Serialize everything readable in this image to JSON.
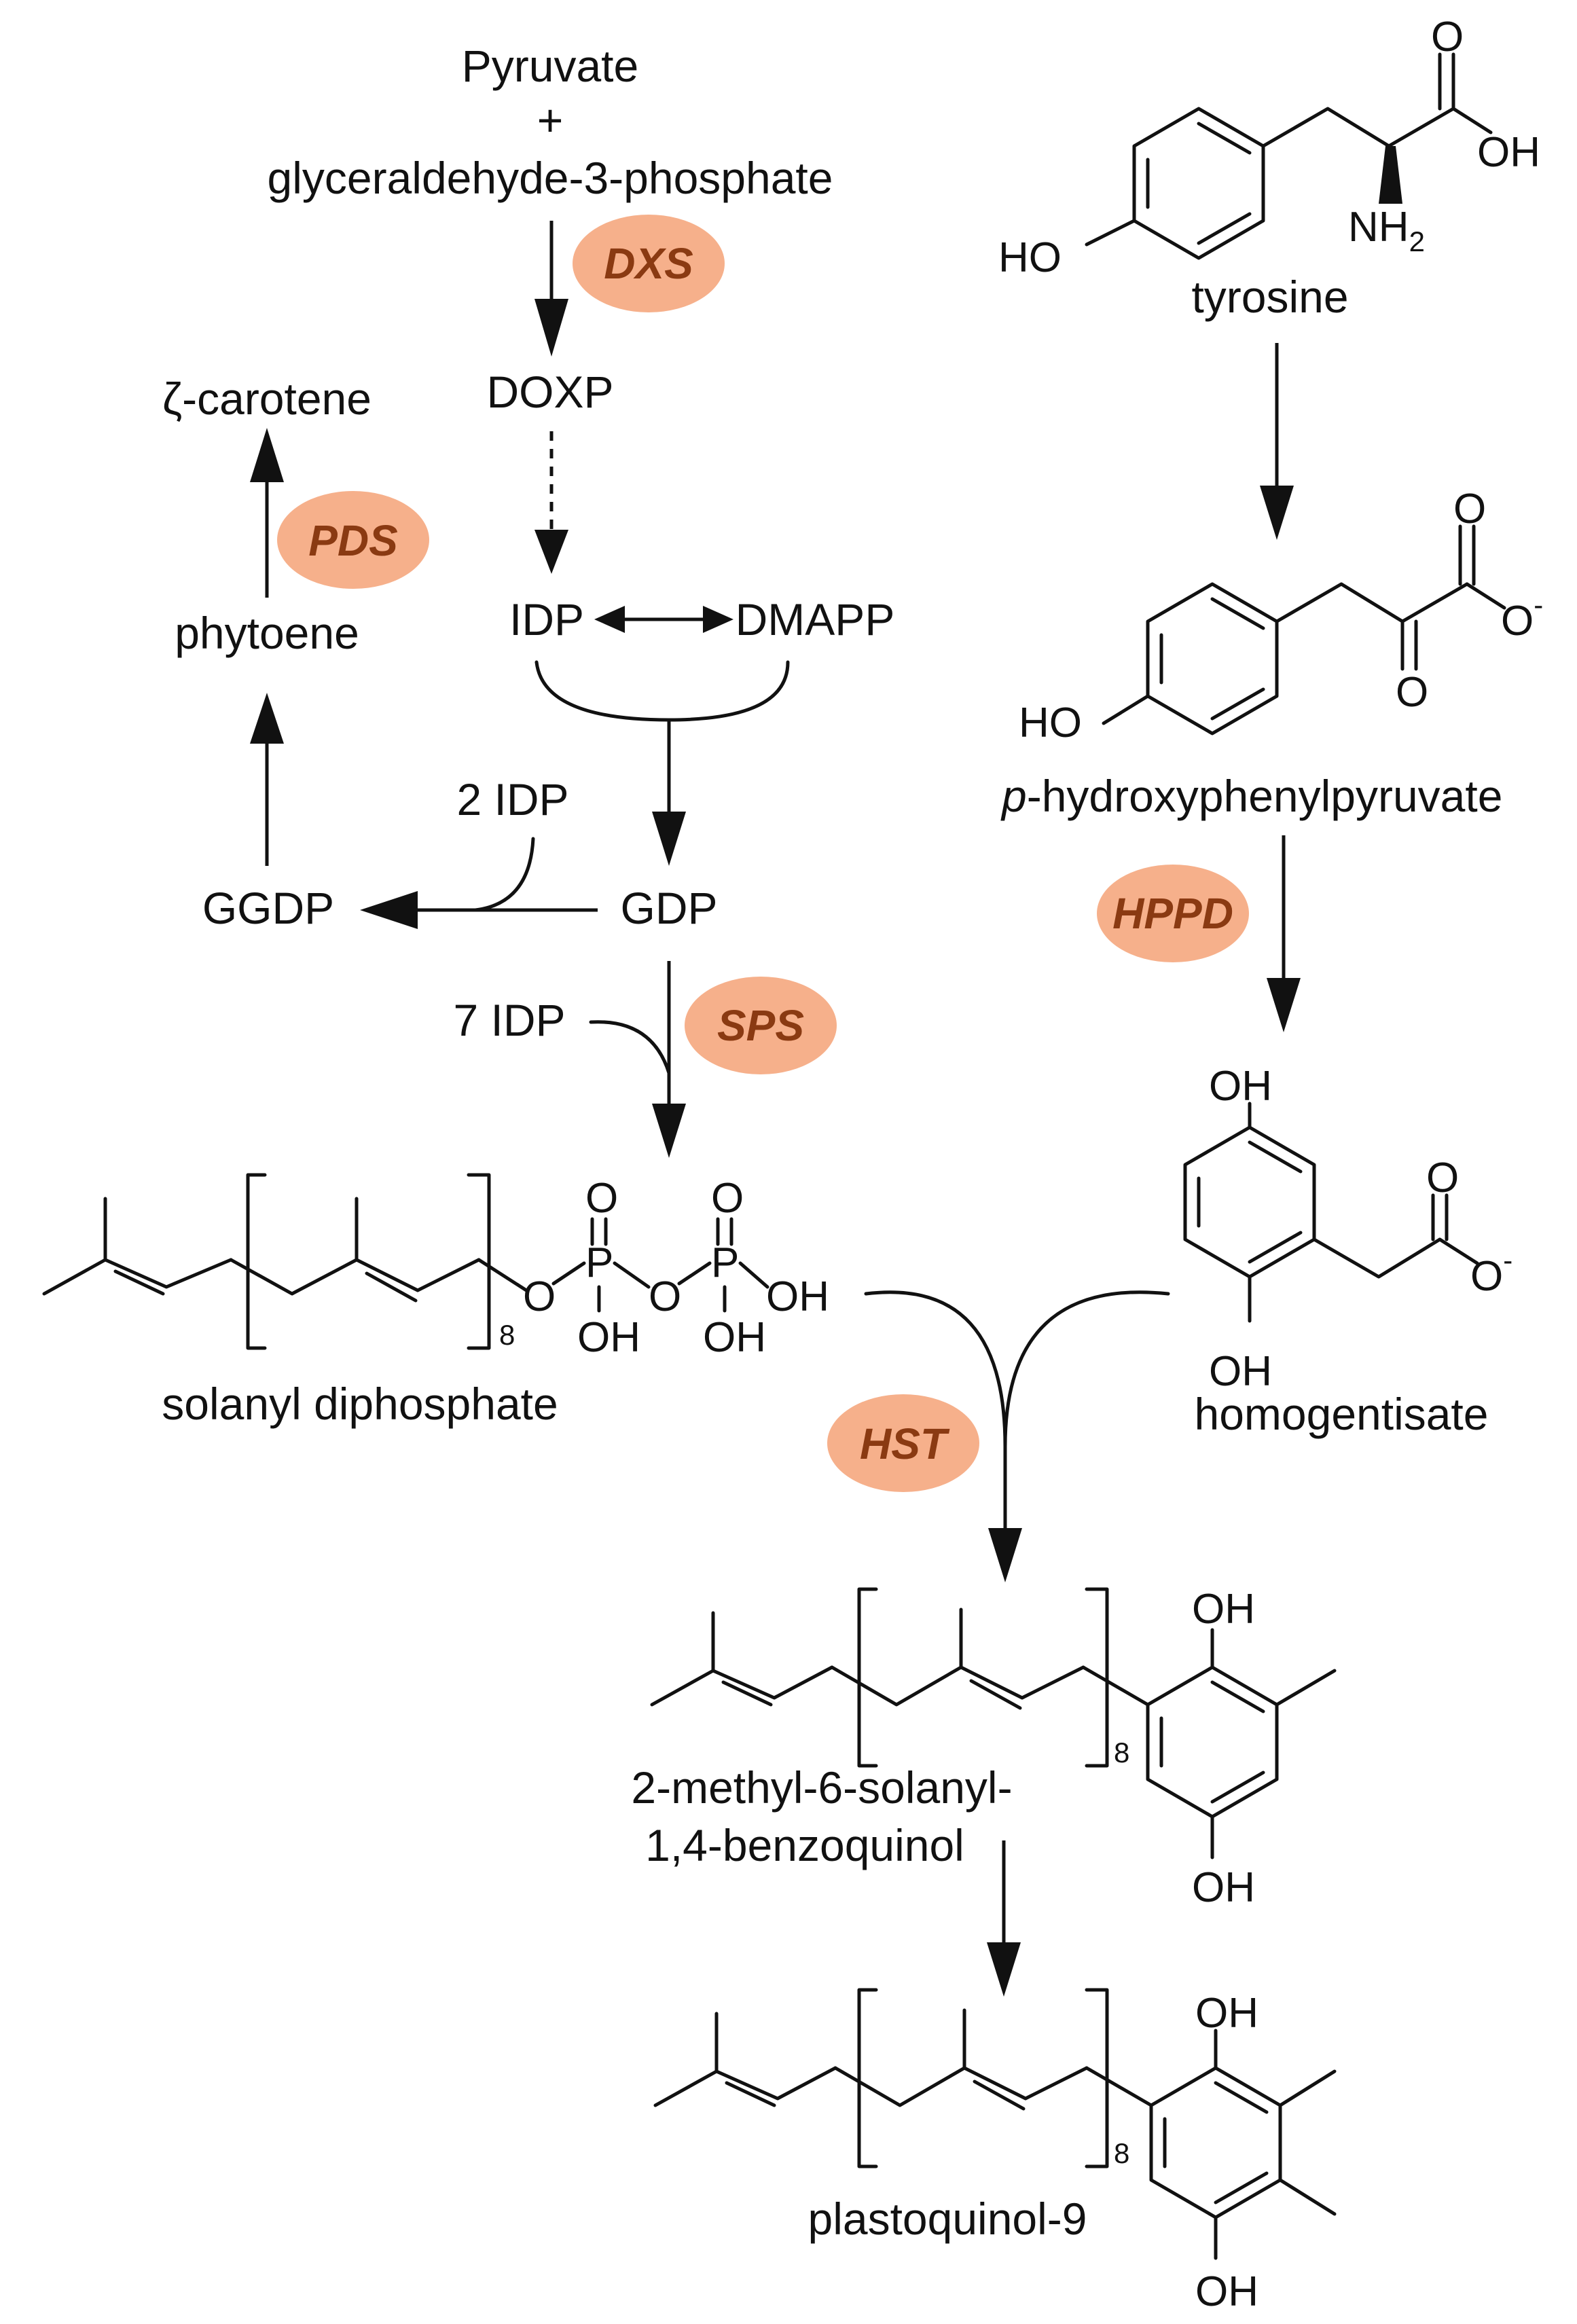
{
  "substrates": {
    "pyruvate": "Pyruvate",
    "plus": "+",
    "g3p": "glyceraldehyde-3-phosphate"
  },
  "metabolites": {
    "doxp": "DOXP",
    "idp": "IDP",
    "dmapp": "DMAPP",
    "gdp": "GDP",
    "ggdp": "GGDP",
    "two_idp": "2 IDP",
    "seven_idp": "7 IDP",
    "phytoene": "phytoene",
    "zeta_carotene": "ζ-carotene",
    "tyrosine": "tyrosine",
    "hppa_italic": "p",
    "hppa_rest": "-hydroxyphenylpyruvate",
    "homogentisate": "homogentisate",
    "solanyl_dp": "solanyl diphosphate",
    "msbq_line1": "2-methyl-6-solanyl-",
    "msbq_line2": "1,4-benzoquinol",
    "pq9": "plastoquinol-9"
  },
  "atoms": {
    "O": "O",
    "OH": "OH",
    "HO": "HO",
    "P": "P",
    "NH": "NH",
    "sub2": "2",
    "O_minus": "O",
    "minus": "-",
    "repeat_n": "8"
  },
  "enzymes": [
    {
      "id": "dxs",
      "label": "DXS"
    },
    {
      "id": "pds",
      "label": "PDS"
    },
    {
      "id": "sps",
      "label": "SPS"
    },
    {
      "id": "hppd",
      "label": "HPPD"
    },
    {
      "id": "hst",
      "label": "HST"
    }
  ],
  "colors": {
    "enzyme_fill": "#f6b08b",
    "enzyme_text": "#8a3a12",
    "ink": "#111111"
  }
}
